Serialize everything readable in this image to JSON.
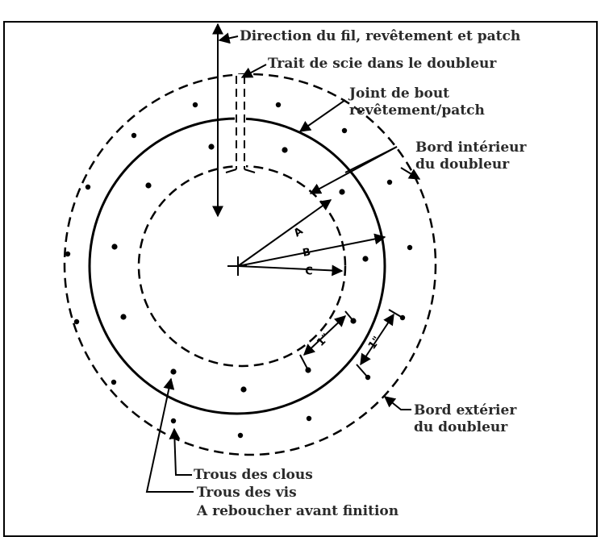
{
  "labels": {
    "direction": "Direction du fil, revêtement et patch",
    "saw_cut": "Trait de scie dans le doubleur",
    "butt_joint_1": "Joint de bout",
    "butt_joint_2": "revêtement/patch",
    "inner_edge_1": "Bord intérieur",
    "inner_edge_2": "du doubleur",
    "outer_edge_1": "Bord extérier",
    "outer_edge_2": "du doubleur",
    "rivet_holes": "Trous des clous",
    "screw_holes": "Trous des vis",
    "fill_before": "A reboucher avant finition",
    "radius_a": "A",
    "radius_b": "B",
    "radius_c": "C",
    "dim_1": "1\"",
    "dim_2": "1\""
  }
}
